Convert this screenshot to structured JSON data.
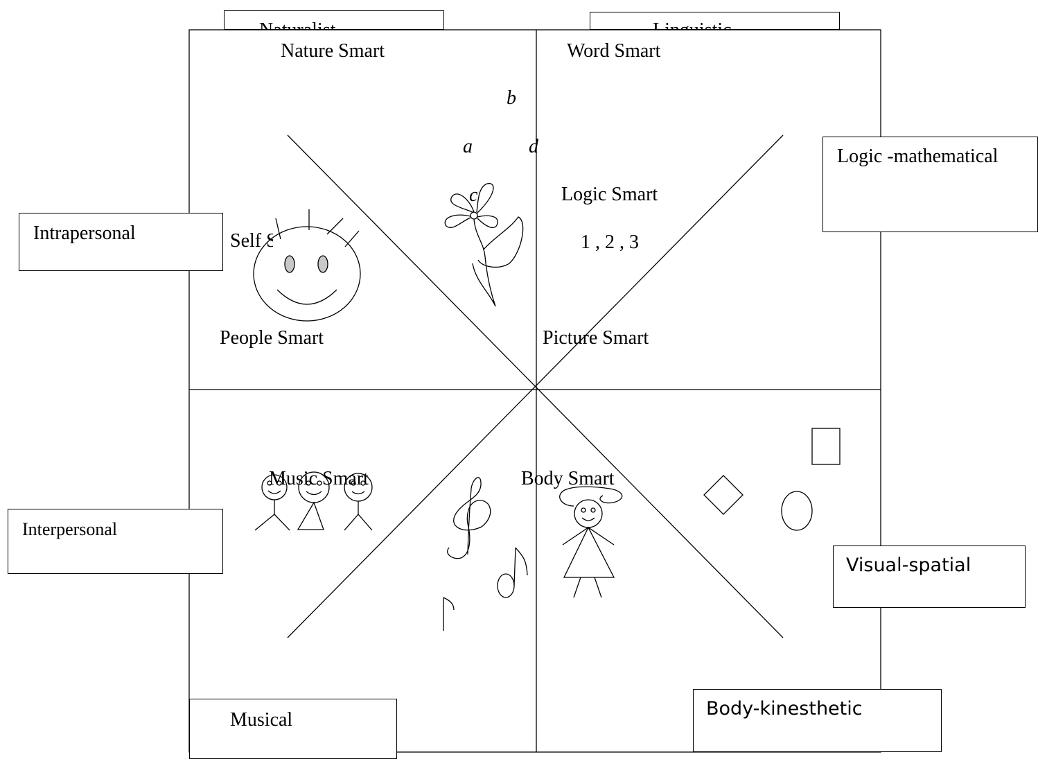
{
  "intelligence_labels": {
    "naturalist": "Naturalist",
    "linguistic": "Linguistic",
    "logic_mathematical": "Logic -mathematical",
    "intrapersonal": "Intrapersonal",
    "interpersonal": "Interpersonal",
    "visual_spatial": "Visual-spatial",
    "musical": "Musical",
    "body_kinesthetic": "Body-kinesthetic"
  },
  "smart_labels": {
    "nature": "Nature Smart",
    "word": "Word Smart",
    "logic": "Logic Smart",
    "self": "Self Smart",
    "people": "People Smart",
    "picture": "Picture Smart",
    "music": "Music Smart",
    "body": "Body Smart"
  },
  "letters": {
    "a": "a",
    "b": "b",
    "c": "c",
    "d": "d"
  },
  "numbers": "1 , 2 , 3",
  "icons": [
    "sun-face-icon",
    "flower-icon",
    "stick-family-icon",
    "treble-clef-icon",
    "music-note-icon",
    "stick-girl-icon",
    "shapes-icon"
  ]
}
